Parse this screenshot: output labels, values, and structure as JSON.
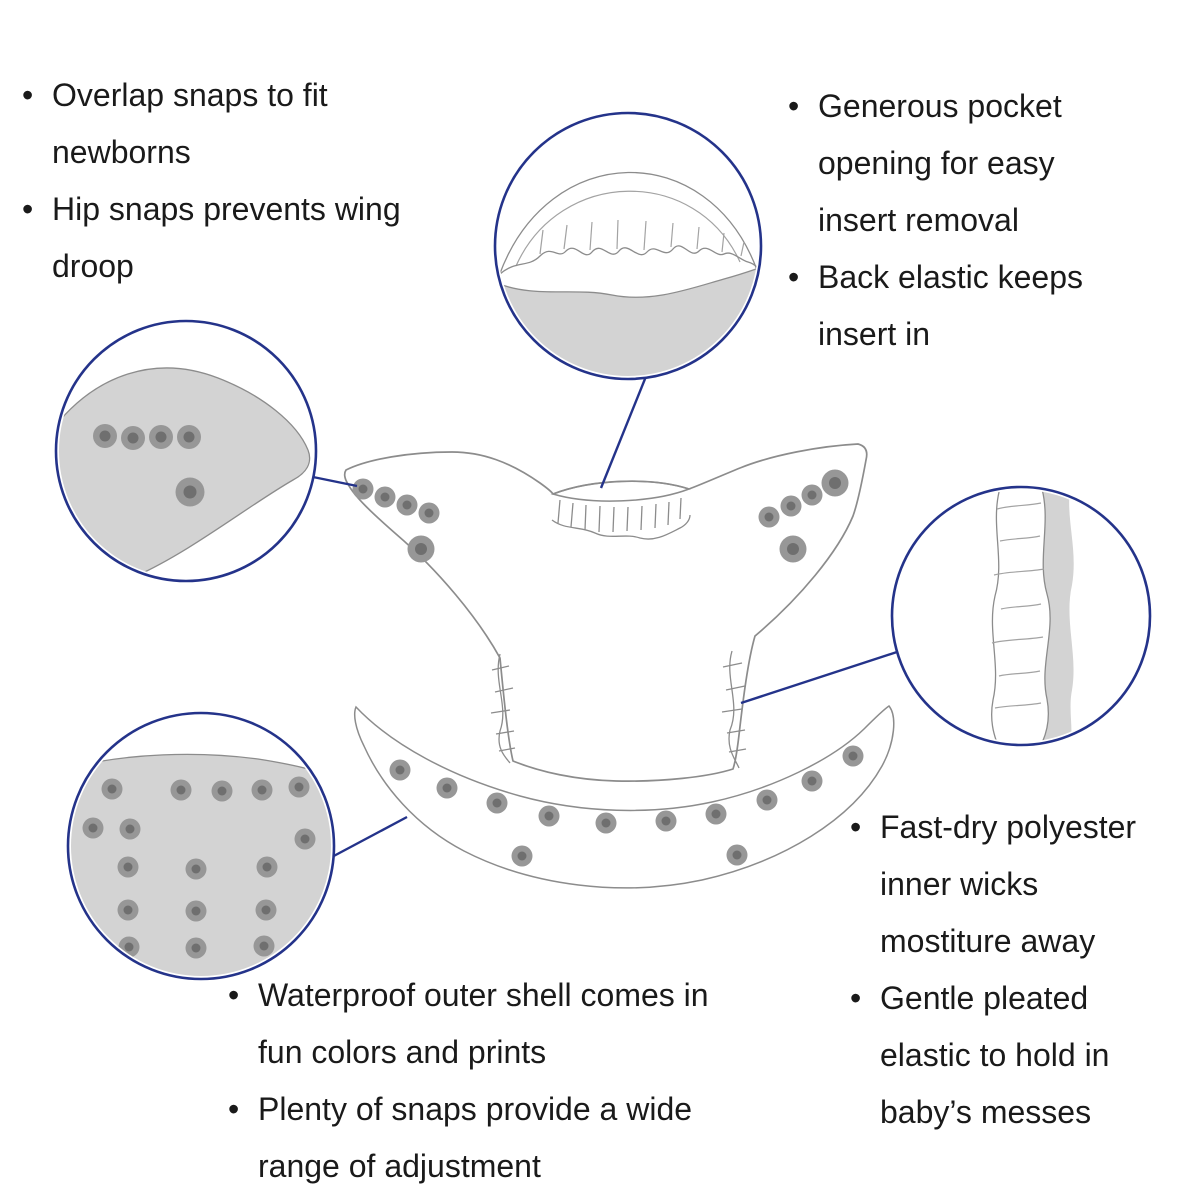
{
  "glyphs": {
    "bullet": "•"
  },
  "colors": {
    "callout_border": "#24338a",
    "connector_line": "#24338a",
    "shell_gray": "#d3d3d3",
    "outline_gray": "#8c8c8c",
    "snap_outer": "#979797",
    "snap_inner": "#6f6f6f",
    "text": "#1a1a1a",
    "background": "#ffffff"
  },
  "notes": {
    "top_left": [
      {
        "text": "Overlap snaps to fit newborns",
        "lines": [
          "Overlap snaps to fit",
          "newborns"
        ]
      },
      {
        "text": "Hip snaps prevents wing droop",
        "lines": [
          "Hip snaps prevents wing",
          "droop"
        ]
      }
    ],
    "top_right": [
      {
        "text": "Generous pocket opening for easy insert removal",
        "lines": [
          "Generous pocket",
          "opening for easy",
          "insert removal"
        ]
      },
      {
        "text": "Back elastic keeps insert in",
        "lines": [
          "Back elastic keeps",
          "insert in"
        ]
      }
    ],
    "bottom_right": [
      {
        "text": "Fast-dry polyester inner wicks mostiture away",
        "lines": [
          "Fast-dry polyester",
          "inner wicks",
          "mostiture away"
        ]
      },
      {
        "text": "Gentle pleated elastic to hold in baby’s messes",
        "lines": [
          "Gentle pleated",
          "elastic to hold in",
          "baby’s messes"
        ]
      }
    ],
    "bottom_center": [
      {
        "text": "Waterproof outer shell comes in fun colors and prints",
        "lines": [
          "Waterproof outer shell comes in",
          "fun colors and prints"
        ]
      },
      {
        "text": "Plenty of snaps provide a wide range of adjustment",
        "lines": [
          "Plenty of snaps provide a wide",
          "range of adjustment"
        ]
      }
    ]
  }
}
